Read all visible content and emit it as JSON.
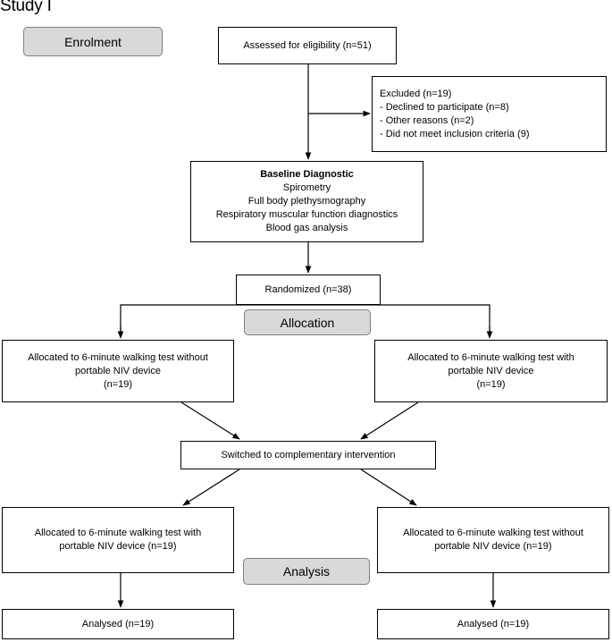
{
  "heading": "Study I",
  "stages": {
    "enrolment": "Enrolment",
    "allocation": "Allocation",
    "analysis": "Analysis"
  },
  "boxes": {
    "assessed": "Assessed for eligibility (n=51)",
    "excluded": {
      "title": "Excluded  (n=19)",
      "items": [
        "- Declined to participate (n=8)",
        "- Other reasons (n=2)",
        "- Did not meet inclusion criteria (9)"
      ]
    },
    "baseline": {
      "title": "Baseline Diagnostic",
      "items": [
        "Spirometry",
        "Full body plethysmography",
        "Respiratory  muscular function diagnostics",
        "Blood gas analysis"
      ]
    },
    "randomized": "Randomized (n=38)",
    "alloc_left": [
      "Allocated to 6-minute walking test without",
      "portable NIV device",
      "(n=19)"
    ],
    "alloc_right": [
      "Allocated to 6-minute walking test with",
      "portable NIV device",
      "(n=19)"
    ],
    "switched": "Switched to complementary  intervention",
    "second_left": [
      "Allocated to 6-minute walking test with",
      "portable NIV device (n=19)"
    ],
    "second_right": [
      "Allocated to 6-minute walking test without",
      "portable NIV device (n=19)"
    ],
    "analysed_left": "Analysed (n=19)",
    "analysed_right": "Analysed (n=19)"
  }
}
